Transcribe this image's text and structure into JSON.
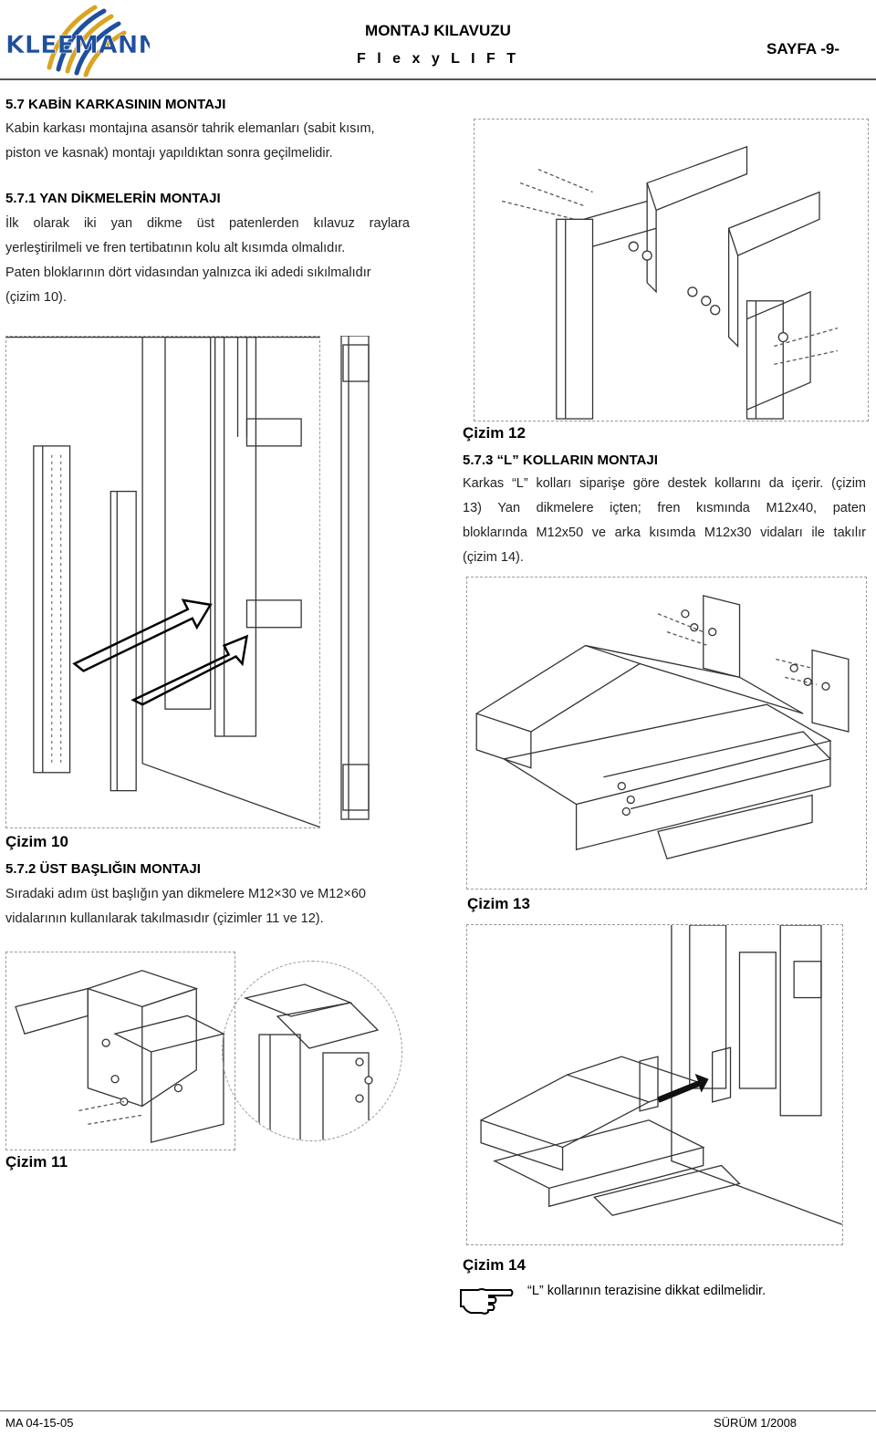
{
  "header": {
    "logo_text": "KLEEMANN",
    "title": "MONTAJ KILAVUZU",
    "subtitle": "F l e x y L I F T",
    "page": "SAYFA -9-"
  },
  "section_57": {
    "heading": "5.7    KABİN KARKASININ MONTAJI",
    "lines": [
      "Kabin karkası montajına asansör tahrik elemanları (sabit kısım,",
      "piston ve kasnak) montajı yapıldıktan sonra geçilmelidir."
    ]
  },
  "section_571": {
    "heading": "5.7.1  YAN DİKMELERİN MONTAJI",
    "lines": [
      "İlk olarak iki yan dikme üst patenlerden kılavuz raylara",
      "yerleştirilmeli ve fren tertibatının kolu alt kısımda olmalıdır.",
      "Paten bloklarının dört vidasından yalnızca iki adedi sıkılmalıdır",
      "(çizim 10)."
    ]
  },
  "section_572": {
    "heading": "5.7.2  ÜST BAŞLIĞIN MONTAJI",
    "lines": [
      "Sıradaki adım üst başlığın yan dikmelere M12×30 ve M12×60",
      "vidalarının kullanılarak takılmasıdır (çizimler 11 ve 12)."
    ]
  },
  "section_573": {
    "heading": "5.7.3  “L” KOLLARIN MONTAJI",
    "lines": [
      "Karkas “L” kolları siparişe göre destek kollarını da içerir. (çizim",
      "13) Yan dikmelere içten; fren kısmında M12x40, paten",
      "bloklarında M12x50 ve arka kısımda M12x30 vidaları ile takılır",
      "(çizim 14)."
    ]
  },
  "captions": {
    "fig10": "Çizim 10",
    "fig11": "Çizim 11",
    "fig12": "Çizim 12",
    "fig13": "Çizim 13",
    "fig14": "Çizim 14"
  },
  "note": {
    "icon": "pointing-hand-icon",
    "text": "“L” kollarının terazisine dikkat edilmelidir."
  },
  "footer": {
    "left": "MA 04-15-05",
    "right": "SÜRÜM 1/2008"
  },
  "colors": {
    "logo_blue": "#1f4f9e",
    "logo_gold": "#d9a520",
    "rule": "#555555"
  }
}
